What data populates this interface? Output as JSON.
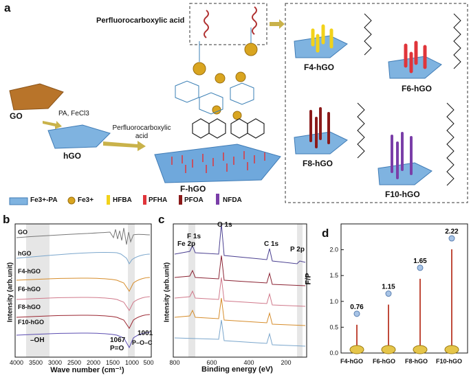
{
  "panel_a": {
    "label": "a",
    "pfca_label": "Perfluorocarboxylic acid",
    "go_label": "GO",
    "step1": "PA, FeCl3",
    "hgo_label": "hGO",
    "step2_line1": "Perfluorocarboxylic",
    "step2_line2": "acid",
    "fhgo_label": "F-hGO",
    "products": [
      "F4-hGO",
      "F6-hGO",
      "F8-hGO",
      "F10-hGO"
    ],
    "legend": [
      "Fe3+-PA",
      "Fe3+",
      "HFBA",
      "PFHA",
      "PFOA",
      "NFDA"
    ],
    "colors": {
      "hfba": "#f2d21a",
      "pfha": "#e0343a",
      "pfoa": "#8b1a1a",
      "nfda": "#7a3ea8",
      "sheet": "#6fa8dc",
      "fe": "#d9a520",
      "go": "#b8742a"
    }
  },
  "panel_b": {
    "label": "b",
    "ylabel": "Intensity (arb.unit)",
    "xlabel": "Wave number (cm⁻¹)",
    "xticks": [
      "4000",
      "3500",
      "3000",
      "2500",
      "2000",
      "1500",
      "1000",
      "500"
    ],
    "series": [
      "GO",
      "hGO",
      "F4-hGO",
      "F6-hGO",
      "F8-hGO",
      "F10-hGO"
    ],
    "oh_label": "–OH",
    "po_label_num": "1067",
    "po_label": "P=O",
    "poc_num": "1001",
    "poc_label": "P–O–C"
  },
  "panel_c": {
    "label": "c",
    "ylabel": "Intensity (arb.unit)",
    "xlabel": "Binding energy (eV)",
    "xticks": [
      "800",
      "600",
      "400",
      "200"
    ],
    "peaks": [
      "Fe 2p",
      "F 1s",
      "O 1s",
      "C 1s",
      "P 2p"
    ]
  },
  "panel_d": {
    "label": "d",
    "ylabel": "F/P",
    "yticks": [
      "0.0",
      "0.5",
      "1.0",
      "1.5",
      "2.0"
    ],
    "categories": [
      "F4-hGO",
      "F6-hGO",
      "F8-hGO",
      "F10-hGO"
    ]
  },
  "chart_data": [
    {
      "type": "line",
      "title": "",
      "xlabel": "Wave number (cm-1)",
      "ylabel": "Intensity (arb.unit)",
      "xlim": [
        4000,
        500
      ],
      "series": [
        {
          "name": "GO"
        },
        {
          "name": "hGO"
        },
        {
          "name": "F4-hGO"
        },
        {
          "name": "F6-hGO"
        },
        {
          "name": "F8-hGO"
        },
        {
          "name": "F10-hGO"
        }
      ]
    },
    {
      "type": "line",
      "title": "",
      "xlabel": "Binding energy (eV)",
      "ylabel": "Intensity (arb.unit)",
      "xlim": [
        800,
        100
      ]
    },
    {
      "type": "scatter",
      "title": "",
      "xlabel": "",
      "ylabel": "F/P",
      "categories": [
        "F4-hGO",
        "F6-hGO",
        "F8-hGO",
        "F10-hGO"
      ],
      "values": [
        0.76,
        1.15,
        1.65,
        2.22
      ],
      "ylim": [
        0,
        2.5
      ]
    }
  ]
}
